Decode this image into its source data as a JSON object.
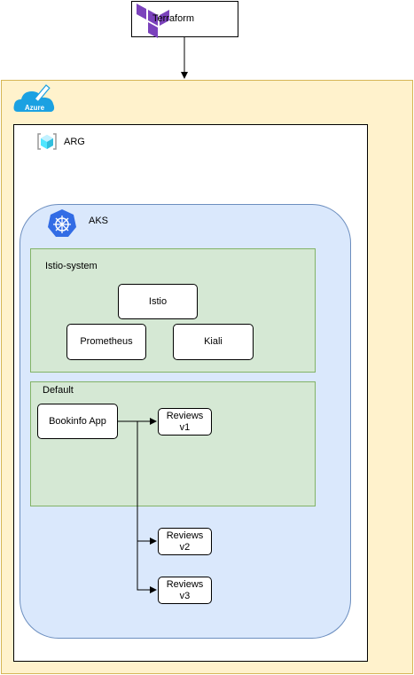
{
  "terraform": {
    "label": "Terraform",
    "icon": "terraform-logo-icon",
    "icon_color": "#7b42bc"
  },
  "azure": {
    "logo_text": "Azure",
    "icon": "azure-cloud-pencil-icon",
    "fill": "#fff2cc",
    "border": "#d6b656",
    "logo_color": "#1ba1e2"
  },
  "arg": {
    "label": "ARG",
    "icon": "resource-group-icon"
  },
  "aks": {
    "label": "AKS",
    "icon": "kubernetes-service-icon",
    "fill": "#dae8fc",
    "border": "#6c8ebf"
  },
  "namespaces": {
    "istio_system": {
      "label": "Istio-system",
      "services": {
        "istio": "Istio",
        "prometheus": "Prometheus",
        "kiali": "Kiali"
      }
    },
    "default": {
      "label": "Default",
      "services": {
        "bookinfo": "Bookinfo App",
        "reviews_v1": {
          "line1": "Reviews",
          "line2": "v1"
        },
        "reviews_v2": {
          "line1": "Reviews",
          "line2": "v2"
        },
        "reviews_v3": {
          "line1": "Reviews",
          "line2": "v3"
        }
      }
    },
    "fill": "#d5e8d4",
    "border": "#82b366"
  }
}
